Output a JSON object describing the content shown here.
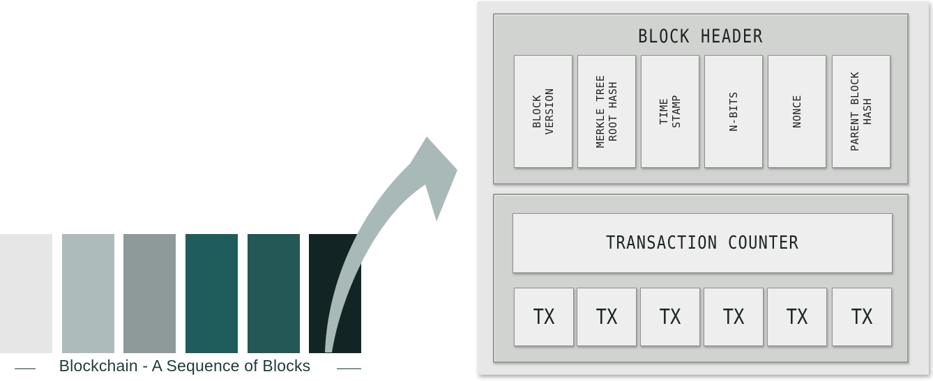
{
  "chain": {
    "caption": "Blockchain - A Sequence of Blocks",
    "block_colors": [
      "#e6e6e6",
      "#aebbbb",
      "#8e9a99",
      "#1e5d5b",
      "#235856",
      "#122524"
    ],
    "arrow_color": "#a8b9b8"
  },
  "block": {
    "header_title": "BLOCK HEADER",
    "header_fields": [
      {
        "label": "BLOCK\nVERSION"
      },
      {
        "label": "MERKLE TREE\nROOT HASH"
      },
      {
        "label": "TIME\nSTAMP"
      },
      {
        "label": "N-BITS"
      },
      {
        "label": "NONCE"
      },
      {
        "label": "PARENT BLOCK\nHASH"
      }
    ],
    "transaction_counter": "TRANSACTION COUNTER",
    "transactions": [
      "TX",
      "TX",
      "TX",
      "TX",
      "TX",
      "TX"
    ]
  }
}
